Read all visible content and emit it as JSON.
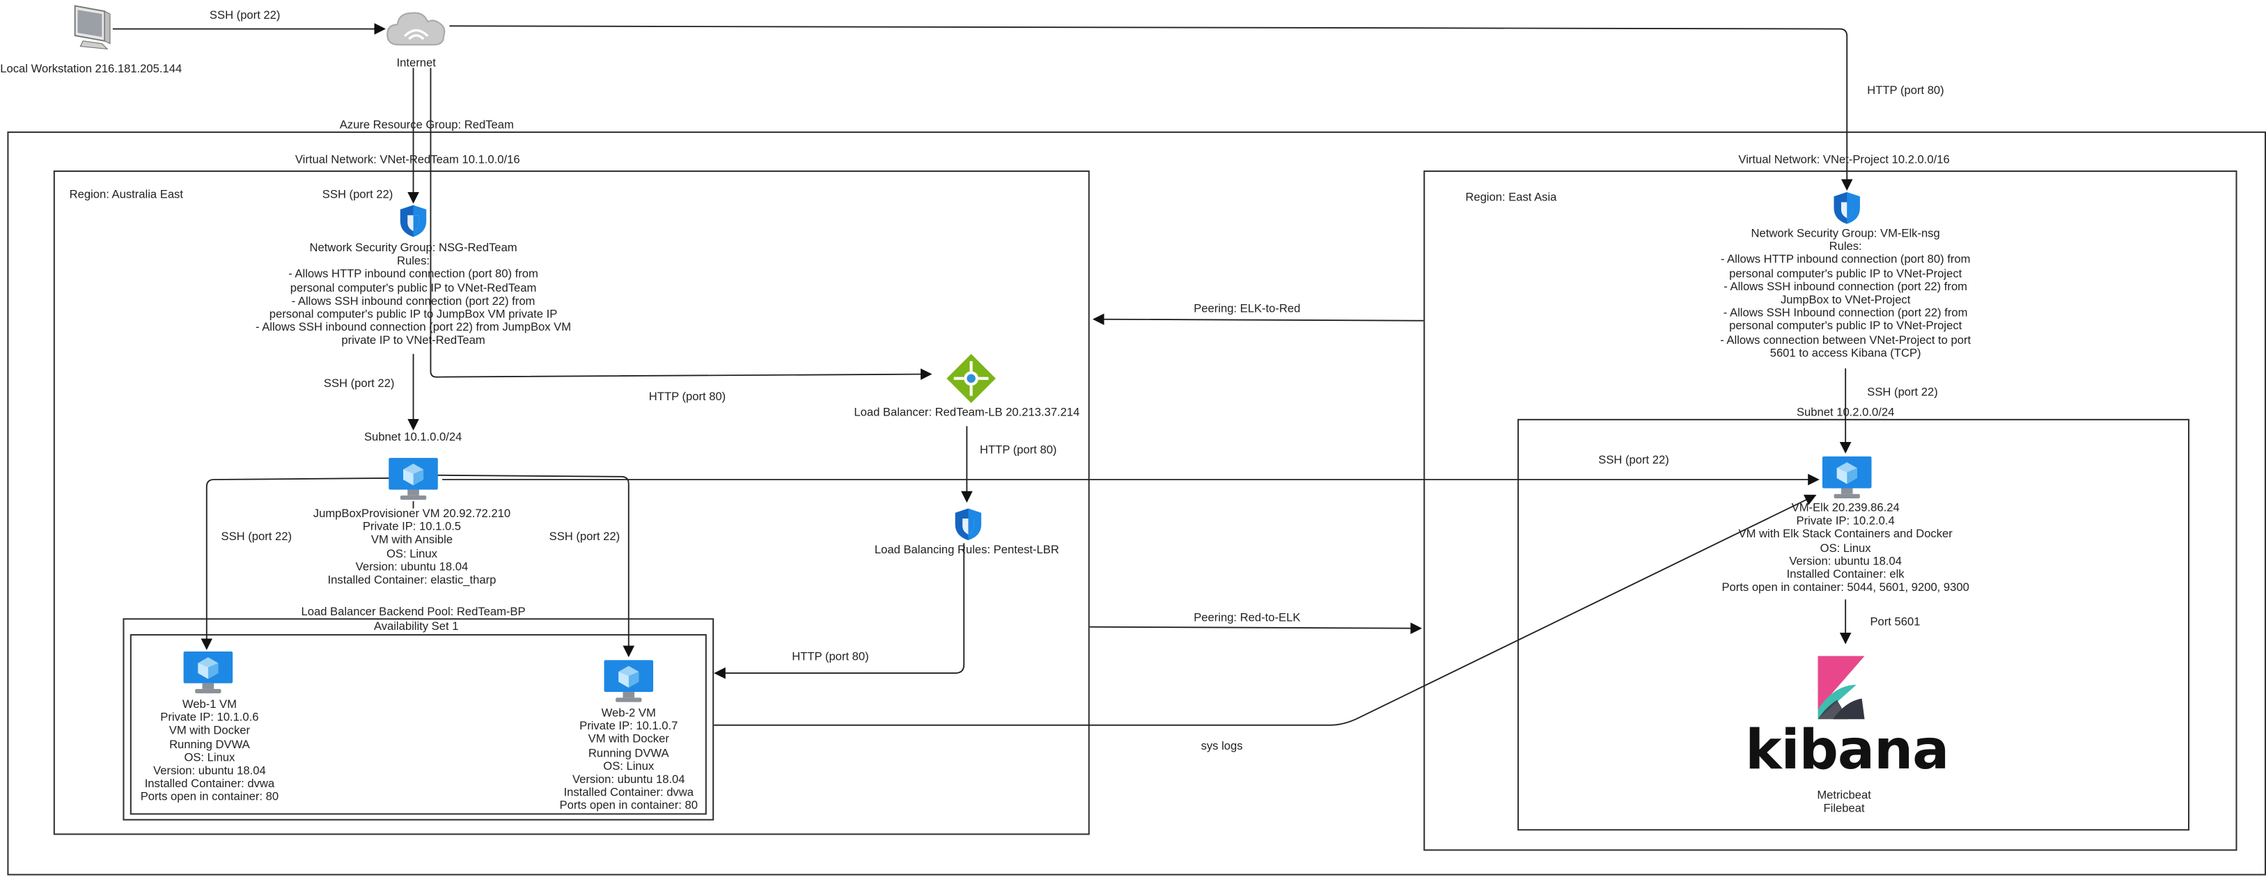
{
  "workstation": {
    "label": "Local Workstation 216.181.205.144"
  },
  "internet": {
    "label": "Internet"
  },
  "resource_group": {
    "label": "Azure Resource Group: RedTeam"
  },
  "vnet_redteam": {
    "label": "Virtual Network: VNet-RedTeam 10.1.0.0/16",
    "region": "Region: Australia East"
  },
  "nsg_redteam": {
    "lines": [
      "Network Security Group: NSG-RedTeam",
      "Rules:",
      "- Allows HTTP inbound connection (port 80) from",
      "personal computer's public IP to VNet-RedTeam",
      "- Allows SSH inbound connection (port 22) from",
      "personal computer's public IP to JumpBox VM private IP",
      "- Allows SSH inbound connection (port 22) from JumpBox VM",
      "private IP to VNet-RedTeam"
    ]
  },
  "subnet_redteam": {
    "label": "Subnet 10.1.0.0/24"
  },
  "jumpbox": {
    "lines": [
      "JumpBoxProvisioner VM 20.92.72.210",
      "Private IP: 10.1.0.5",
      "VM with Ansible",
      "OS: Linux",
      "Version: ubuntu 18.04",
      "Installed Container: elastic_tharp"
    ]
  },
  "load_balancer": {
    "label": "Load Balancer: RedTeam-LB 20.213.37.214"
  },
  "lb_rules": {
    "label": "Load Balancing Rules: Pentest-LBR"
  },
  "backend_pool": {
    "label": "Load Balancer Backend Pool: RedTeam-BP",
    "availability_set": "Availability Set 1"
  },
  "web1": {
    "lines": [
      "Web-1 VM",
      "Private IP: 10.1.0.6",
      "VM with Docker",
      "Running DVWA",
      "OS: Linux",
      "Version: ubuntu 18.04",
      "Installed Container: dvwa",
      "Ports open in container: 80"
    ]
  },
  "web2": {
    "lines": [
      "Web-2 VM",
      "Private IP: 10.1.0.7",
      "VM with Docker",
      "Running DVWA",
      "OS: Linux",
      "Version: ubuntu 18.04",
      "Installed Container: dvwa",
      "Ports open in container: 80"
    ]
  },
  "vnet_project": {
    "label": "Virtual Network: VNet-Project 10.2.0.0/16",
    "region": "Region: East Asia"
  },
  "nsg_elk": {
    "lines": [
      "Network Security Group: VM-Elk-nsg",
      "Rules:",
      "- Allows HTTP inbound connection (port 80) from",
      "personal computer's public IP to VNet-Project",
      "- Allows SSH inbound connection (port 22) from",
      "JumpBox to VNet-Project",
      "- Allows SSH Inbound connection (port 22) from",
      "personal computer's public IP to VNet-Project",
      "- Allows connection between VNet-Project to port",
      "5601 to access Kibana (TCP)"
    ]
  },
  "subnet_project": {
    "label": "Subnet 10.2.0.0/24"
  },
  "elk": {
    "lines": [
      "VM-Elk 20.239.86.24",
      "Private IP: 10.2.0.4",
      "VM with Elk Stack Containers and Docker",
      "OS: Linux",
      "Version: ubuntu 18.04",
      "Installed Container: elk",
      "Ports open in container: 5044, 5601, 9200, 9300"
    ]
  },
  "kibana": {
    "wordmark": "kibana",
    "beats": [
      "Metricbeat",
      "Filebeat"
    ]
  },
  "edge_labels": {
    "ssh_workstation": "SSH (port 22)",
    "http_internet_elk": "HTTP (port 80)",
    "ssh_to_nsg": "SSH (port 22)",
    "ssh_to_subnet": "SSH (port 22)",
    "http_to_lb": "HTTP (port 80)",
    "http_lb_rules": "HTTP (port 80)",
    "ssh_web1": "SSH (port 22)",
    "ssh_web2": "SSH (port 22)",
    "http_backend": "HTTP (port 80)",
    "peering_elk_red": "Peering: ELK-to-Red",
    "peering_red_elk": "Peering: Red-to-ELK",
    "ssh_jumpbox_elk": "SSH (port 22)",
    "ssh_elk_subnet": "SSH (port 22)",
    "port_5601": "Port 5601",
    "sys_logs": "sys logs"
  },
  "colors": {
    "azure_blue": "#1E88E5",
    "lb_green": "#7CB518",
    "kibana_pink": "#E8488B",
    "kibana_teal": "#3EBEB0",
    "kibana_dark": "#343741"
  }
}
